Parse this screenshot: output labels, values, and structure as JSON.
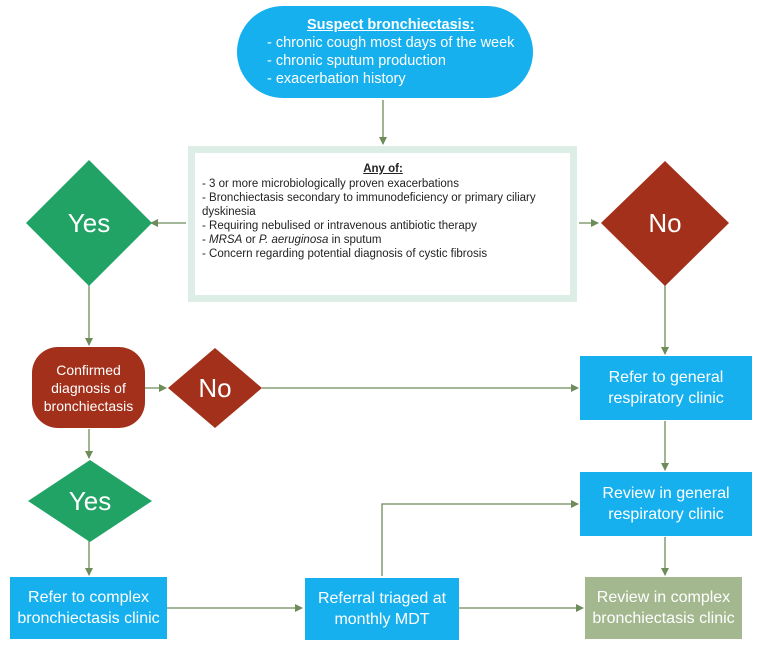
{
  "start": {
    "title": "Suspect bronchiectasis:",
    "items": [
      "- chronic cough most days of the week",
      "- chronic sputum production",
      "- exacerbation history"
    ]
  },
  "criteria": {
    "heading": "Any of:",
    "line1": "- 3 or more microbiologically proven exacerbations",
    "line2": "- Bronchiectasis secondary to immunodeficiency or primary ciliary dyskinesia",
    "line3": "- Requiring nebulised or intravenous antibiotic therapy",
    "line4_prefix": "- ",
    "line4_mrsa": "MRSA",
    "line4_or": " or ",
    "line4_pa": "P. aeruginosa",
    "line4_suffix": " in sputum",
    "line5": "- Concern regarding potential diagnosis of cystic fibrosis"
  },
  "yes_top": "Yes",
  "no_top": "No",
  "confirmed": "Confirmed diagnosis of bronchiectasis",
  "no_mid": "No",
  "yes_bottom": "Yes",
  "refer_general": "Refer to general respiratory clinic",
  "review_general": "Review in general respiratory clinic",
  "refer_complex": "Refer to complex bronchiectasis clinic",
  "referral_triaged": "Referral triaged at monthly MDT",
  "review_complex": "Review in complex bronchiectasis clinic",
  "colors": {
    "blue": "#16B0EE",
    "green": "#21A366",
    "red": "#A3301A",
    "sage": "#A3B88F",
    "connector": "#6E8B5A"
  }
}
